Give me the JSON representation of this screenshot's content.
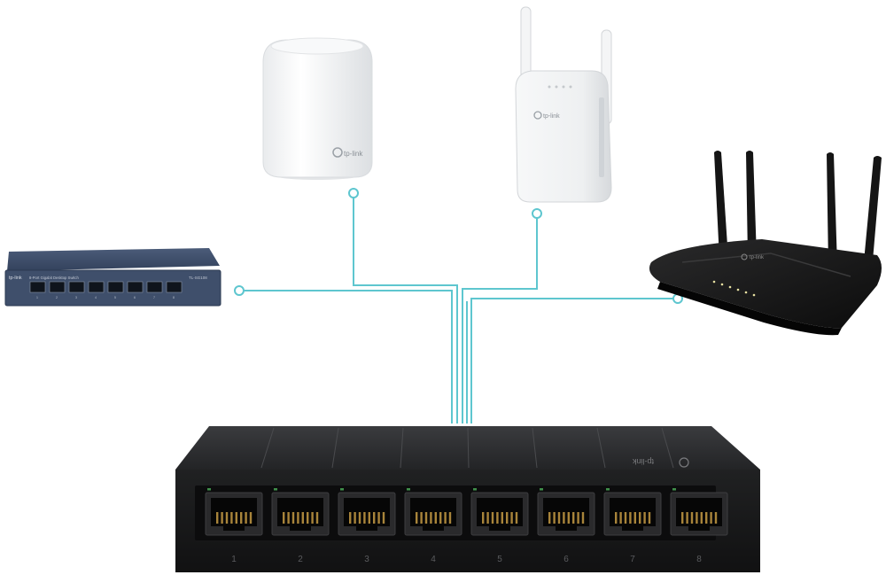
{
  "colors": {
    "connector": "#5ec6cf",
    "switch_body": "#1c1c1d",
    "switch_top": "#2b2c2e",
    "desktop_switch_blue": "#3a4a66",
    "router_black": "#141414",
    "device_white": "#f4f5f6"
  },
  "devices": {
    "mesh_unit": {
      "brand": "tp-link",
      "icon": "mesh-wifi-unit"
    },
    "range_extender": {
      "brand": "tp-link",
      "icon": "range-extender"
    },
    "router": {
      "brand": "tp-link",
      "icon": "wifi-router"
    },
    "desktop_switch": {
      "brand": "tp-link",
      "model": "TL-SG108",
      "subtitle": "8-Port Gigabit Desktop Switch",
      "icon": "metal-desktop-switch",
      "port_numbers": [
        "1",
        "2",
        "3",
        "4",
        "5",
        "6",
        "7",
        "8"
      ]
    },
    "main_switch": {
      "brand": "tp-link",
      "icon": "8-port-switch",
      "port_numbers": [
        "1",
        "2",
        "3",
        "4",
        "5",
        "6",
        "7",
        "8"
      ]
    }
  }
}
